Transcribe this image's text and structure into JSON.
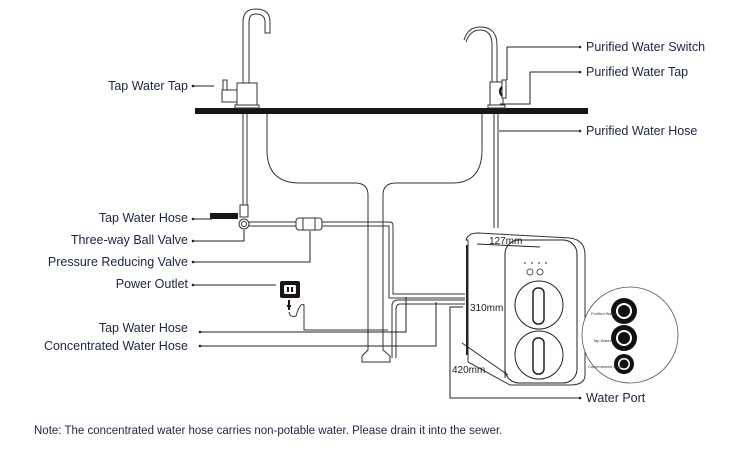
{
  "labels": {
    "tap_water_tap": "Tap Water Tap",
    "tap_water_hose": "Tap Water Hose",
    "three_way_ball_valve": "Three-way Ball Valve",
    "pressure_reducing_valve": "Pressure Reducing Valve",
    "power_outlet": "Power Outlet",
    "tap_water_hose_2": "Tap Water Hose",
    "concentrated_water_hose": "Concentrated Water Hose",
    "purified_water_switch": "Purified Water Switch",
    "purified_water_tap": "Purified Water Tap",
    "purified_water_hose": "Purified Water Hose",
    "water_port": "Water Port"
  },
  "dimensions": {
    "width": "127mm",
    "height": "310mm",
    "depth": "420mm"
  },
  "port_inset": {
    "port1": "Purified Water",
    "port2": "Tap Water",
    "port3": "Concentrated Water"
  },
  "note": "Note: The concentrated water hose carries non-potable water. Please drain it into the sewer."
}
